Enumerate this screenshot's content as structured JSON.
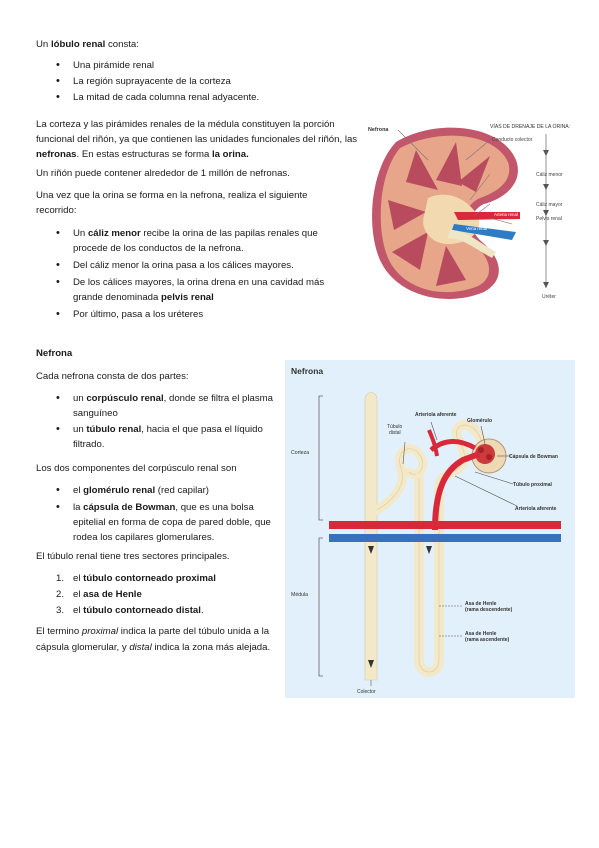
{
  "lobulo": {
    "pre": "Un ",
    "bold": "lóbulo renal",
    "post": " consta:",
    "items": [
      "Una pirámide renal",
      "La región suprayacente de la corteza",
      "La mitad de cada columna renal adyacente."
    ]
  },
  "corteza_para": {
    "p1": "La corteza y las pirámides renales de la médula constituyen la porción funcional del riñón, ya que contienen las unidades funcionales del riñón, las ",
    "b1": "nefronas",
    "p2": ". En estas estructuras se forma ",
    "b2": "la orina."
  },
  "rinon_para": "Un riñón puede contener alrededor de 1 millón de nefronas.",
  "recorrido_para": "Una vez que la orina se forma en la nefrona, realiza el siguiente recorrido:",
  "recorrido_items": [
    {
      "pre": "Un ",
      "bold": "cáliz menor",
      "post": " recibe la orina de las papilas renales que procede de los conductos de la nefrona."
    },
    {
      "pre": "Del cáliz menor la orina pasa a los cálices mayores.",
      "bold": "",
      "post": ""
    },
    {
      "pre": "De los cálices mayores, la orina drena en una cavidad más grande denominada ",
      "bold": "pelvis renal",
      "post": ""
    },
    {
      "pre": "Por último, pasa a los uréteres",
      "bold": "",
      "post": ""
    }
  ],
  "kidney_fig": {
    "title": "VÍAS DE DRENAJE DE LA ORINA:",
    "labels": {
      "nefrona": "Nefrona",
      "conducto": "Conducto colector",
      "caliz_menor": "Cáliz menor",
      "caliz_mayor": "Cáliz mayor",
      "pelvis": "Pelvis renal",
      "arteria": "Arteria renal",
      "vena": "Vena renal",
      "ureter": "Uréter"
    }
  },
  "nefrona_section": {
    "title": "Nefrona",
    "intro": "Cada nefrona consta de dos partes:",
    "parts": [
      {
        "pre": "un ",
        "bold": "corpúsculo renal",
        "post": ", donde se filtra el plasma sanguíneo"
      },
      {
        "pre": "un ",
        "bold": "túbulo renal",
        "post": ", hacia el que pasa el líquido filtrado."
      }
    ],
    "comp_intro": "Los dos componentes del corpúsculo renal son",
    "components": [
      {
        "pre": "el ",
        "bold": "glomérulo renal",
        "post": " (red capilar)"
      },
      {
        "pre": "la ",
        "bold": "cápsula de Bowman",
        "post": ", que es una bolsa epitelial en forma de copa de pared doble, que rodea los capilares glomerulares."
      }
    ],
    "tub_intro": "El túbulo renal tiene tres sectores principales.",
    "sectors": [
      {
        "num": "1.",
        "pre": "el ",
        "bold": "túbulo contorneado proximal",
        "post": ""
      },
      {
        "num": "2.",
        "pre": "el ",
        "bold": "asa de Henle",
        "post": ""
      },
      {
        "num": "3.",
        "pre": "el ",
        "bold": "túbulo contorneado distal",
        "post": "."
      }
    ],
    "termino": {
      "p1": "El termino ",
      "i1": "proximal",
      "p2": " indica la parte del túbulo unida a la cápsula glomerular, y ",
      "i2": "distal",
      "p3": " indica la zona más alejada."
    }
  },
  "nephron_fig": {
    "title": "Nefrona",
    "labels": {
      "corteza": "Corteza",
      "medula": "Médula",
      "tubulo_distal_1": "Túbulo",
      "tubulo_distal_2": "distal",
      "arteriola_aferente": "Arteriola aferente",
      "glomerulo": "Glomérulo",
      "capsula": "Cápsula de Bowman",
      "tubulo_proximal": "Túbulo proximal",
      "arteriola_eferente": "Arteriola aferente",
      "asa_desc_1": "Asa de Henle",
      "asa_desc_2": "(rama descendente)",
      "asa_asc_1": "Asa de Henle",
      "asa_asc_2": "(rama ascendente)",
      "colector": "Colector"
    }
  }
}
